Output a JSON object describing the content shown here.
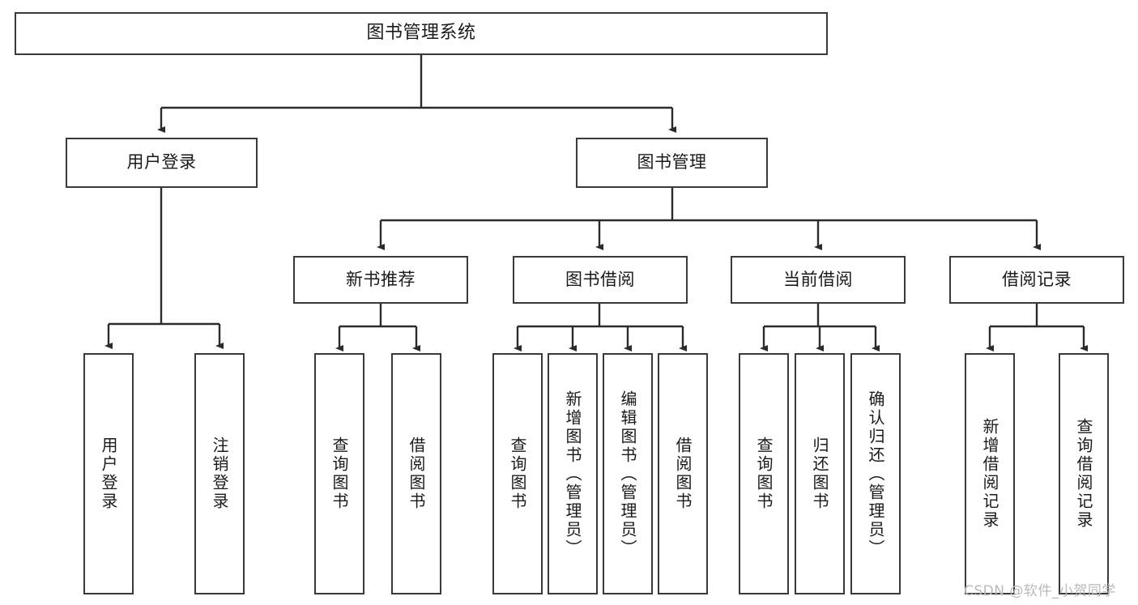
{
  "diagram": {
    "title": "图书管理系统",
    "type": "tree",
    "orientation": "top-down",
    "colors": {
      "box_border": "#3a3a3a",
      "box_fill": "#ffffff",
      "edge": "#2b2b2b",
      "text": "#1a1a1a",
      "watermark": "#b9b9b9"
    },
    "watermark": "CSDN @软件_小贺同学",
    "nodes": {
      "root": {
        "label": "图书管理系统"
      },
      "level2": [
        {
          "id": "user-login",
          "label": "用户登录"
        },
        {
          "id": "book-manage",
          "label": "图书管理"
        }
      ],
      "level3": [
        {
          "id": "new-book-recommend",
          "label": "新书推荐"
        },
        {
          "id": "book-borrow",
          "label": "图书借阅"
        },
        {
          "id": "current-borrow",
          "label": "当前借阅"
        },
        {
          "id": "borrow-record",
          "label": "借阅记录"
        }
      ],
      "leaves": {
        "user_login": [
          {
            "id": "leaf-user-login",
            "label": "用户登录"
          },
          {
            "id": "leaf-logout",
            "label": "注销登录"
          }
        ],
        "new_book_recommend": [
          {
            "id": "leaf-query-book-1",
            "label": "查询图书"
          },
          {
            "id": "leaf-borrow-book-1",
            "label": "借阅图书"
          }
        ],
        "book_borrow": [
          {
            "id": "leaf-query-book-2",
            "label": "查询图书"
          },
          {
            "id": "leaf-add-book",
            "label": "新增图书（管理员）"
          },
          {
            "id": "leaf-edit-book",
            "label": "编辑图书（管理员）"
          },
          {
            "id": "leaf-borrow-book-2",
            "label": "借阅图书"
          }
        ],
        "current_borrow": [
          {
            "id": "leaf-query-book-3",
            "label": "查询图书"
          },
          {
            "id": "leaf-return-book",
            "label": "归还图书"
          },
          {
            "id": "leaf-confirm-return",
            "label": "确认归还（管理员）"
          }
        ],
        "borrow_record": [
          {
            "id": "leaf-add-record",
            "label": "新增借阅记录"
          },
          {
            "id": "leaf-query-record",
            "label": "查询借阅记录"
          }
        ]
      }
    }
  }
}
